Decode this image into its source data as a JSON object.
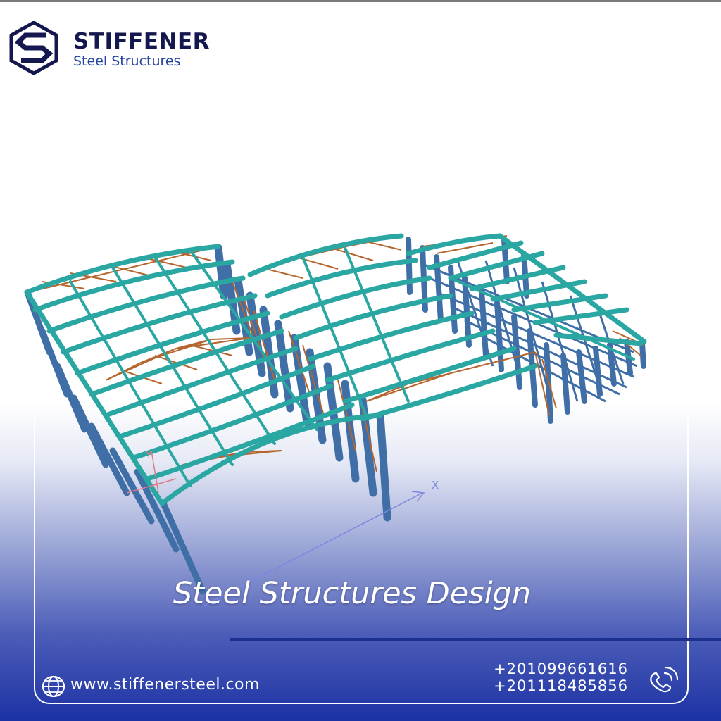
{
  "brand": {
    "name": "STIFFENER",
    "subtitle": "Steel Structures",
    "primary_color": "#15184f",
    "subtitle_color": "#2343a0"
  },
  "model": {
    "axis_labels": {
      "x": "X",
      "y": "Y"
    },
    "colors": {
      "members": "#2aa7a3",
      "columns": "#3f6fa6",
      "bracing": "#b5652e"
    }
  },
  "headline": "Steel Structures Design",
  "contact": {
    "website": "www.stiffenersteel.com",
    "phones": [
      "+201099661616",
      "+201118485856"
    ],
    "icons": {
      "website": "globe-icon",
      "phone": "phone-icon"
    }
  },
  "theme": {
    "gradient_bottom": "#1c32a4",
    "accent_bar": "#1b2f8e",
    "text_light": "#ffffff"
  }
}
